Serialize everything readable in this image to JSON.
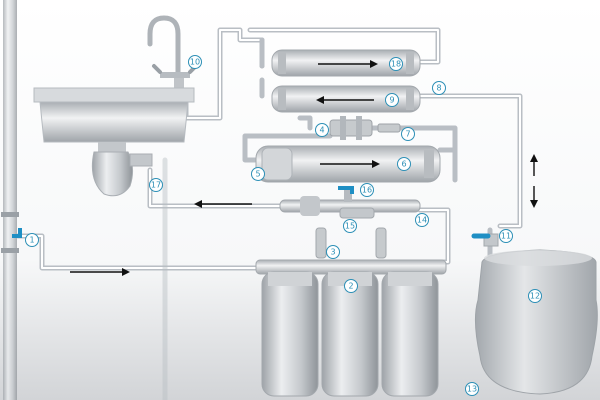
{
  "labels": [
    "1",
    "2",
    "3",
    "4",
    "5",
    "6",
    "7",
    "8",
    "9",
    "10",
    "11",
    "12",
    "13",
    "14",
    "15",
    "16",
    "17",
    "18"
  ],
  "colors": {
    "accent": "#2c8fb6",
    "valve": "#1f8fc4",
    "pipe": "#b9bec4",
    "body": "#c9cdd1",
    "arrow": "#111111"
  },
  "icons": {
    "faucet": "faucet-icon",
    "sink": "sink-icon",
    "tank": "pressure-tank-icon",
    "valve": "tap-valve-icon"
  }
}
